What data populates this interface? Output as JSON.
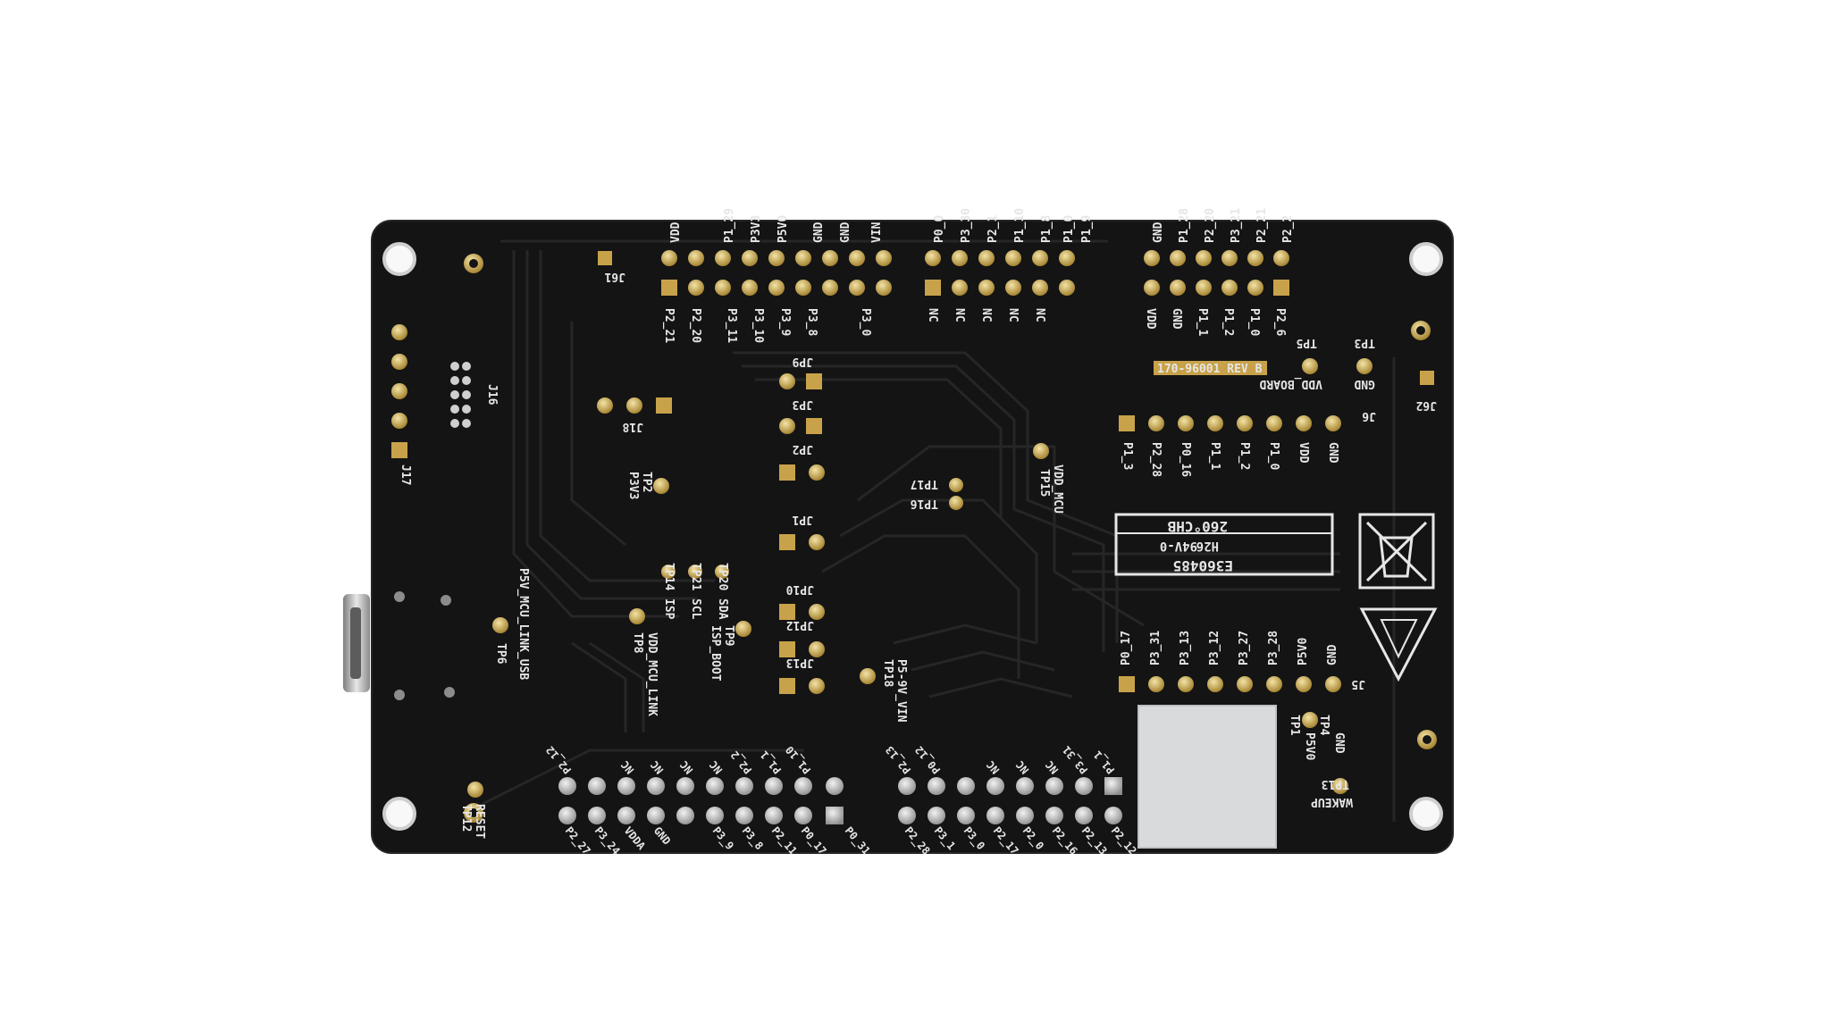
{
  "colors": {
    "background": "#ffffff",
    "pcb": "#141414",
    "silkscreen": "#e6e6e6",
    "copper": "#c8a24a",
    "pad_silver": "#c9c9c9",
    "shield": "#d8dadc"
  },
  "board": {
    "rev_label": "170-96001 REV B",
    "ul_code": "E360485",
    "ul_rating": "94V-0",
    "ul_temp": "260°CHB",
    "ul_week": "H26"
  },
  "top_header_left": {
    "top_pins": [
      "VDD",
      "P1_29",
      "P3V3",
      "P5V0",
      "GND",
      "GND",
      "VIN"
    ],
    "bottom_pins": [
      "P2_21",
      "P2_20",
      "P3_11",
      "P3_10",
      "P3_9",
      "P3_8",
      "P3_0"
    ]
  },
  "top_header_mid": {
    "top_pins": [
      "P0_0",
      "P3_30",
      "P2_1",
      "P1_10",
      "P1_8",
      "P1_0",
      "P1_9"
    ],
    "bottom_pins": [
      "NC",
      "NC",
      "NC",
      "NC",
      "NC"
    ]
  },
  "top_header_right": {
    "top_pins": [
      "GND",
      "P1_28",
      "P2_20",
      "P3_21",
      "P2_21",
      "P2_2"
    ],
    "bottom_pins": [
      "VDD",
      "GND",
      "P1_1",
      "P1_2",
      "P1_0",
      "P2_6"
    ]
  },
  "j6_pins": [
    "P1_3",
    "P2_28",
    "P0_16",
    "P1_1",
    "P1_2",
    "P1_0",
    "VDD",
    "GND"
  ],
  "j5_pins": [
    "P0_17",
    "P3_31",
    "P3_13",
    "P3_12",
    "P3_27",
    "P3_28",
    "P5V0",
    "GND"
  ],
  "bottom_header_left": {
    "top_pins": [
      "P2_12",
      "NC",
      "NC",
      "NC",
      "NC",
      "P2_2",
      "P1_1",
      "P1_10"
    ],
    "bottom_pins": [
      "P2_27",
      "P3_24",
      "VDDA",
      "GND",
      "P3_9",
      "P3_8",
      "P2_11",
      "P0_17"
    ]
  },
  "bottom_header_right": {
    "top_pins": [
      "P2_13",
      "P0_12",
      "NC",
      "NC",
      "NC",
      "P3_31",
      "P1_1"
    ],
    "bottom_pins": [
      "P0_31",
      "P2_28",
      "P3_1",
      "P3_0",
      "P2_17",
      "P2_0",
      "P2_16",
      "P2_13",
      "P2_12"
    ]
  },
  "labels": {
    "j61": "J61",
    "j62": "J62",
    "j16": "J16",
    "j17": "J17",
    "j18": "J18",
    "jp9": "JP9",
    "jp3": "JP3",
    "jp2": "JP2",
    "jp1": "JP1",
    "jp10": "JP10",
    "jp12": "JP12",
    "jp13": "JP13",
    "j6": "J6",
    "j5": "J5",
    "tp2": "TP2",
    "p3v3": "P3V3",
    "tp3": "TP3",
    "tp5": "TP5",
    "gnd_tp3": "GND",
    "vdd_board": "VDD_BOARD",
    "tp15": "TP15",
    "vdd_mcu": "VDD_MCU",
    "tp16": "TP16",
    "tp17": "TP17",
    "tp14": "TP14",
    "isp": "ISP",
    "tp21": "TP21",
    "scl": "SCL",
    "tp20": "TP20",
    "sda": "SDA",
    "tp6": "TP6",
    "p5v_mcu_link_usb": "P5V_MCU_LINK_USB",
    "tp8": "TP8",
    "vdd_mcu_link": "VDD_MCU_LINK",
    "tp9": "TP9",
    "isp_boot": "ISP_BOOT",
    "tp18": "TP18",
    "p5_9v_vin": "P5-9V_VIN",
    "tp1": "TP1",
    "tp4": "TP4",
    "p5v0": "P5V0",
    "gnd_tp4": "GND",
    "tp13": "TP13",
    "wakeup": "WAKEUP",
    "tp12": "TP12",
    "reset": "RESET"
  }
}
